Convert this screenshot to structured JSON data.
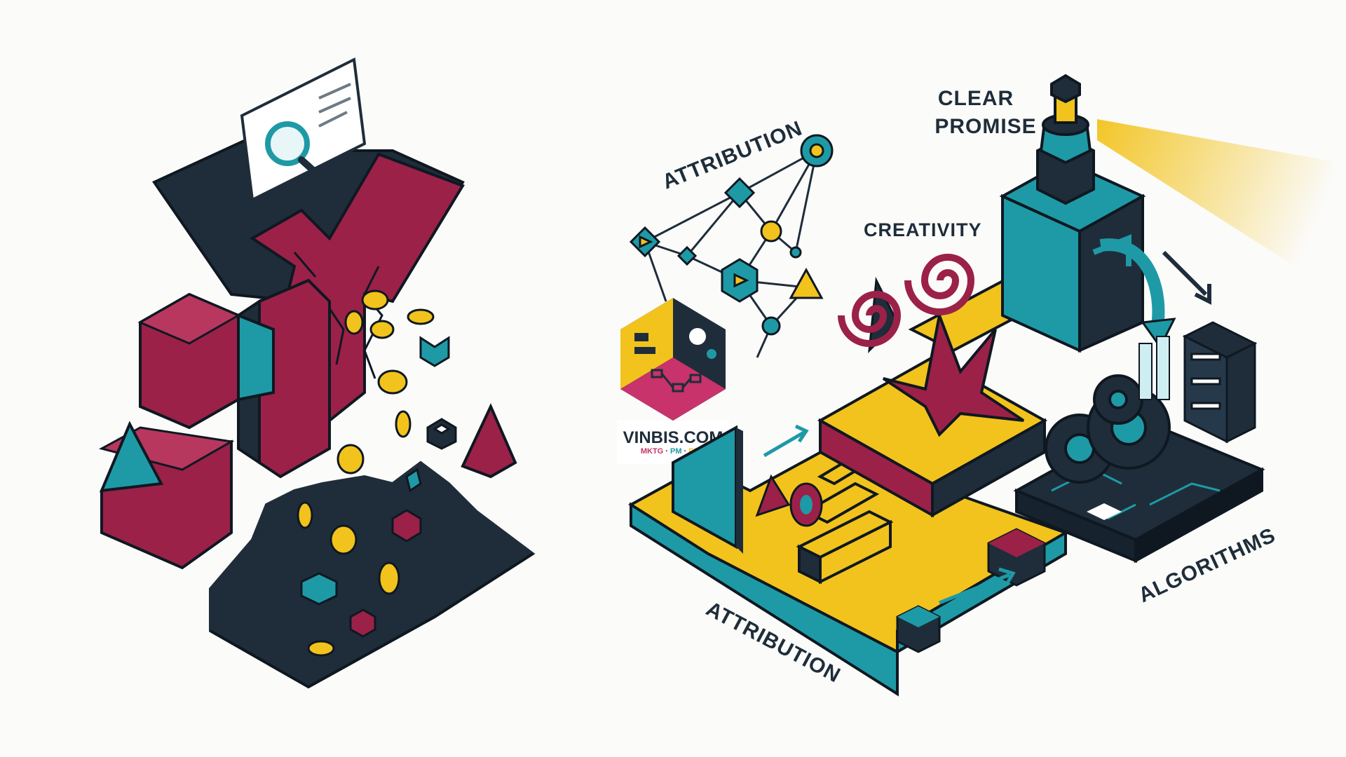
{
  "labels": {
    "attribution_top": "ATTRIBUTION",
    "creativity": "CREATIVITY",
    "clear_promise_line1": "CLEAR",
    "clear_promise_line2": "PROMISE",
    "attribution_bottom": "ATTRIBUTION",
    "algorithms": "ALGORITHMS"
  },
  "brand": {
    "name": "VINBIS.COM",
    "tag_mktg": "MKTG",
    "tag_sep1": " · ",
    "tag_pm": "PM",
    "tag_sep2": " · ",
    "tag_pmp": "PMP"
  },
  "colors": {
    "navy": "#1f2d3a",
    "crimson": "#9b2148",
    "teal": "#1e9aa6",
    "yellow": "#f2c31c",
    "background": "#fbfbfa"
  }
}
